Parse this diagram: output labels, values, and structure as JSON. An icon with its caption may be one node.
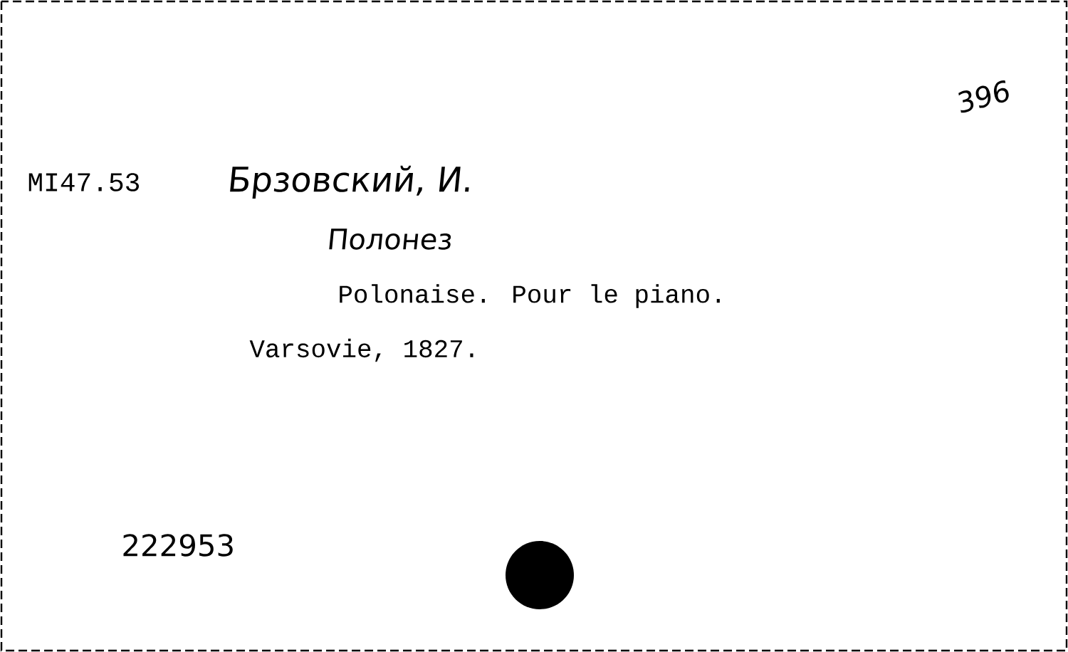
{
  "diagram": {
    "labels": [
      "396",
      "MI47.53",
      "Брзовский, И.",
      "Полонез",
      "Polonaise. Pour le piano.",
      "Varsovie, 1827.",
      "222953"
    ]
  }
}
